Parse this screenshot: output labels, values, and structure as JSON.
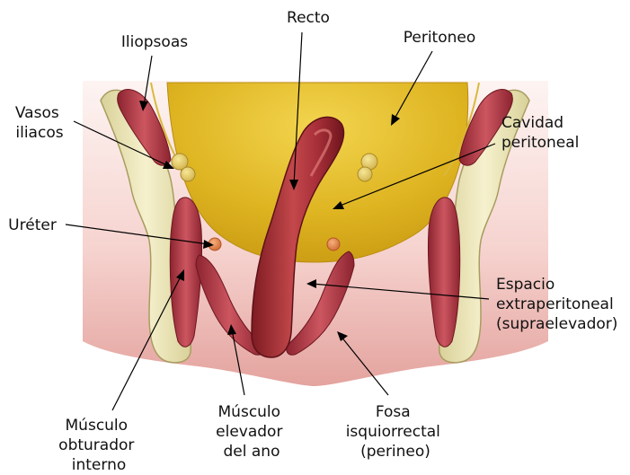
{
  "labels": {
    "recto": [
      "Recto"
    ],
    "iliopsoas": [
      "Iliopsoas"
    ],
    "peritoneo": [
      "Peritoneo"
    ],
    "vasos_iliacos": [
      "Vasos",
      "iliacos"
    ],
    "cavidad_peritoneal": [
      "Cavidad",
      "peritoneal"
    ],
    "ureter": [
      "Uréter"
    ],
    "espacio_extraperitoneal": [
      "Espacio",
      "extraperitoneal",
      "(supraelevador)"
    ],
    "musculo_obturador_interno": [
      "Músculo",
      "obturador",
      "interno"
    ],
    "musculo_elevador_del_ano": [
      "Músculo",
      "elevador",
      "del ano"
    ],
    "fosa_isquiorrectal": [
      "Fosa",
      "isquiorrectal",
      "(perineo)"
    ]
  },
  "colors": {
    "pelvic_background_top": "#fbe9e6",
    "pelvic_background_bottom": "#e7a9a4",
    "peritoneal_cavity": "#d8ad1a",
    "peritoneal_cavity_light": "#f1d34b",
    "bone": "#efe9b8",
    "bone_outline": "#b3a86d",
    "muscle": "#b83d49",
    "muscle_dark": "#7e1d29",
    "rectum": "#a32e33",
    "rectum_highlight": "#d66a68",
    "ureter": "#e38950",
    "vessels": "#e8cd66"
  }
}
